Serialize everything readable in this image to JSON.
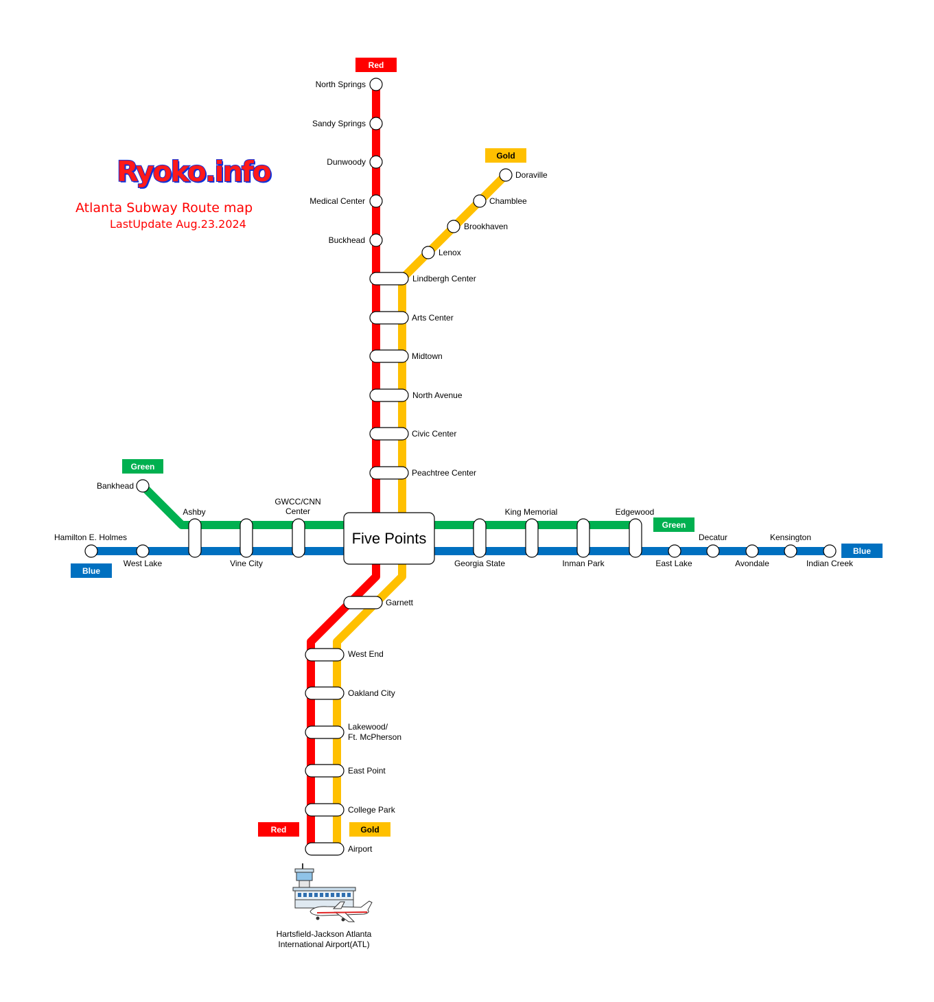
{
  "brand": {
    "logo": "Ryoko.info",
    "title": "Atlanta Subway Route map",
    "update": "LastUpdate Aug.23.2024"
  },
  "colors": {
    "red": "#ff0000",
    "gold": "#ffc000",
    "green": "#00b050",
    "blue": "#0070c0"
  },
  "line_tags": {
    "red_north": "Red",
    "gold_north": "Gold",
    "green_west": "Green",
    "green_east": "Green",
    "blue_west": "Blue",
    "blue_east": "Blue",
    "red_south": "Red",
    "gold_south": "Gold"
  },
  "stations": {
    "north_springs": "North Springs",
    "sandy_springs": "Sandy Springs",
    "dunwoody": "Dunwoody",
    "medical_center": "Medical Center",
    "buckhead": "Buckhead",
    "doraville": "Doraville",
    "chamblee": "Chamblee",
    "brookhaven": "Brookhaven",
    "lenox": "Lenox",
    "lindbergh_center": "Lindbergh Center",
    "arts_center": "Arts Center",
    "midtown": "Midtown",
    "north_avenue": "North Avenue",
    "civic_center": "Civic Center",
    "peachtree_center": "Peachtree Center",
    "five_points": "Five Points",
    "bankhead": "Bankhead",
    "ashby": "Ashby",
    "gwcc_1": "GWCC/CNN",
    "gwcc_2": "Center",
    "hamilton_holmes": "Hamilton E. Holmes",
    "west_lake": "West Lake",
    "vine_city": "Vine City",
    "king_memorial": "King Memorial",
    "edgewood": "Edgewood",
    "georgia_state": "Georgia State",
    "inman_park": "Inman Park",
    "east_lake": "East Lake",
    "decatur": "Decatur",
    "avondale": "Avondale",
    "kensington": "Kensington",
    "indian_creek": "Indian Creek",
    "garnett": "Garnett",
    "west_end": "West End",
    "oakland_city": "Oakland City",
    "lakewood_1": "Lakewood/",
    "lakewood_2": "Ft. McPherson",
    "east_point": "East Point",
    "college_park": "College Park",
    "airport": "Airport"
  },
  "airport": {
    "line1": "Hartsfield-Jackson Atlanta",
    "line2": "International Airport(ATL)"
  }
}
